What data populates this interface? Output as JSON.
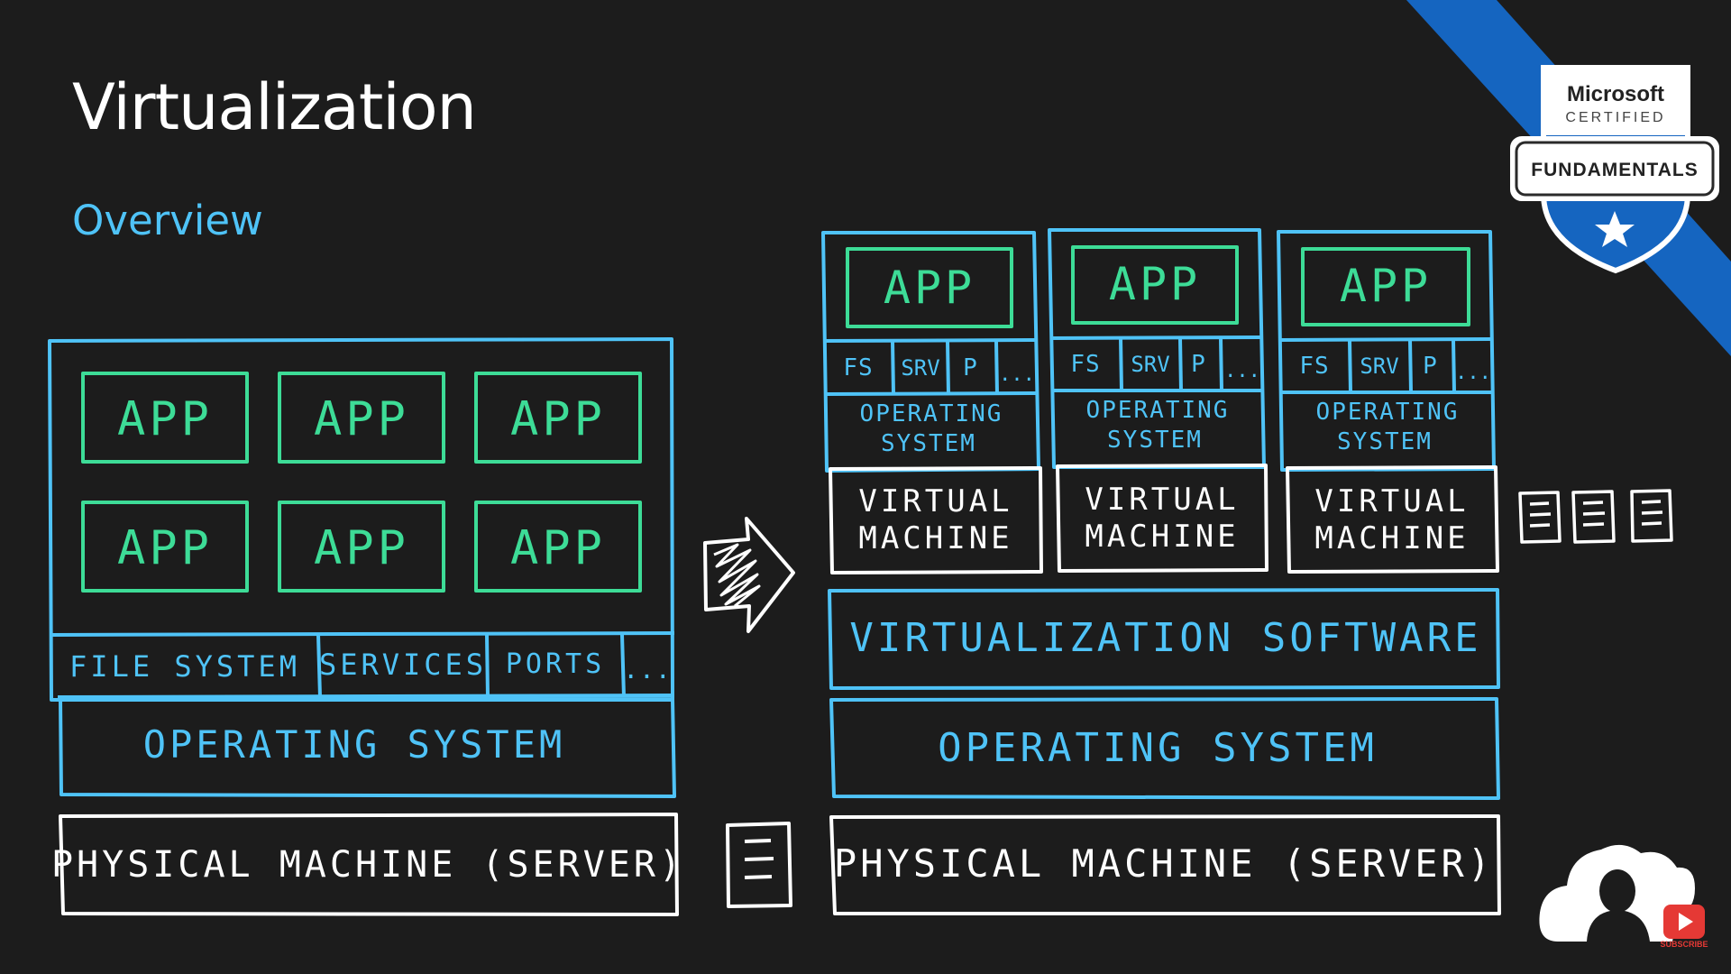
{
  "slide": {
    "title": "Virtualization",
    "subtitle": "Overview"
  },
  "left_stack": {
    "apps": [
      "APP",
      "APP",
      "APP",
      "APP",
      "APP",
      "APP"
    ],
    "os_components": [
      "FILE SYSTEM",
      "SERVICES",
      "PORTS",
      "..."
    ],
    "operating_system": "OPERATING SYSTEM",
    "physical_machine": "PHYSICAL MACHINE (SERVER)"
  },
  "right_stack": {
    "vms": [
      {
        "app": "APP",
        "components": [
          "FS",
          "SRV",
          "P",
          "..."
        ],
        "os_line1": "OPERATING",
        "os_line2": "SYSTEM",
        "vm_line1": "VIRTUAL",
        "vm_line2": "MACHINE"
      },
      {
        "app": "APP",
        "components": [
          "FS",
          "SRV",
          "P",
          "..."
        ],
        "os_line1": "OPERATING",
        "os_line2": "SYSTEM",
        "vm_line1": "VIRTUAL",
        "vm_line2": "MACHINE"
      },
      {
        "app": "APP",
        "components": [
          "FS",
          "SRV",
          "P",
          "..."
        ],
        "os_line1": "OPERATING",
        "os_line2": "SYSTEM",
        "vm_line1": "VIRTUAL",
        "vm_line2": "MACHINE"
      }
    ],
    "virtualization_software": "VIRTUALIZATION SOFTWARE",
    "operating_system": "OPERATING SYSTEM",
    "physical_machine": "PHYSICAL MACHINE (SERVER)"
  },
  "badge": {
    "brand": "Microsoft",
    "certified": "CERTIFIED",
    "level": "FUNDAMENTALS"
  },
  "subscribe_label": "SUBSCRIBE",
  "colors": {
    "background": "#1c1c1c",
    "box_blue": "#4fc3f7",
    "app_green": "#3ddc97",
    "white": "#ffffff",
    "badge_blue": "#1565c0",
    "subscribe_red": "#e53935"
  },
  "icons": [
    "right-arrow-icon",
    "document-icon",
    "document-icon",
    "document-icon",
    "document-icon",
    "avatar-cloud-icon",
    "play-icon",
    "star-icon"
  ]
}
